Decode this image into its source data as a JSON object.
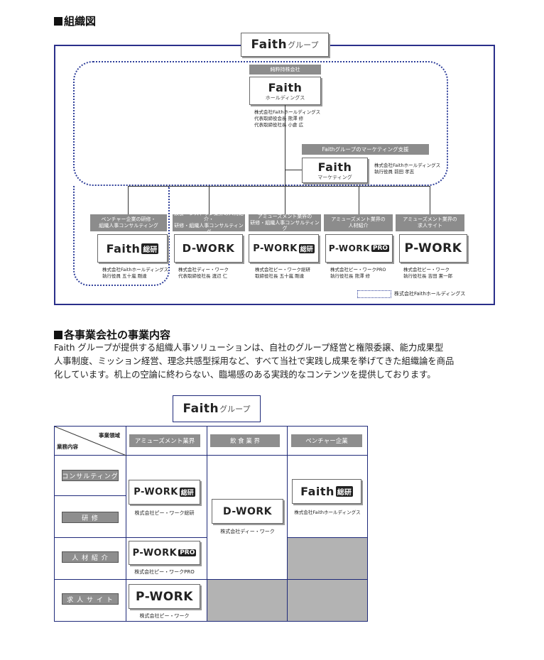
{
  "org_section": {
    "title": "組織図",
    "group_logo": {
      "name": "Faith",
      "suffix": "グループ"
    },
    "pure_holding_label": "純粋持株会社",
    "holdings": {
      "logo": "Faith",
      "logo_sub": "ホールディングス",
      "caption_lines": [
        "株式会社Faithホールディングス",
        "代表取締役会長  熊澤  修",
        "代表取締役社長  小倉  広"
      ]
    },
    "marketing_support_label": "Faithグループのマーケティング支援",
    "marketing": {
      "logo": "Faith",
      "logo_sub": "マーケティング",
      "caption_lines": [
        "株式会社Faithホールディングス",
        "執行役員  前田  孝志"
      ]
    },
    "companies": [
      {
        "label_lines": [
          "ベンチャー企業の研修・",
          "組織人事コンサルティング"
        ],
        "logo": "Faith",
        "badge": "総研",
        "caption_lines": [
          "株式会社Faithホールディングス",
          "執行役員  五十嵐  剛達"
        ]
      },
      {
        "label_lines": [
          "飲食・レストラン業界の人材紹介・",
          "研修・組織人事コンサルティング"
        ],
        "logo": "D-WORK",
        "badge": "",
        "caption_lines": [
          "株式会社ディー・ワーク",
          "代表取締役社長  渡辺  仁"
        ]
      },
      {
        "label_lines": [
          "アミューズメント業界の",
          "研修・組織人事コンサルティング"
        ],
        "logo": "P-WORK",
        "badge": "総研",
        "caption_lines": [
          "株式会社ピー・ワーク総研",
          "取締役社長  五十嵐  剛達"
        ]
      },
      {
        "label_lines": [
          "アミューズメント業界の",
          "人材紹介"
        ],
        "logo": "P-WORK",
        "badge": "PRO",
        "caption_lines": [
          "株式会社ピー・ワークPRO",
          "執行役社長  熊澤  修"
        ]
      },
      {
        "label_lines": [
          "アミューズメント業界の",
          "求人サイト"
        ],
        "logo": "P-WORK",
        "badge": "",
        "caption_lines": [
          "株式会社ピー・ワーク",
          "執行役社長  吉田  憲一郎"
        ]
      }
    ],
    "legend_label": "株式会社Faithホールディングス"
  },
  "business_section": {
    "title": "各事業会社の事業内容",
    "intro_lines": [
      "Faith グループが提供する組織人事ソリューションは、自社のグループ経営と権限委譲、能力成果型",
      "人事制度、ミッション経営、理念共感型採用など、すべて当社で実践し成果を挙げてきた組織論を商品",
      "化しています。机上の空論に終わらない、臨場感のある実践的なコンテンツを提供しております。"
    ],
    "group_logo": {
      "name": "Faith",
      "suffix": "グループ"
    },
    "table": {
      "corner_top": "事業領域",
      "corner_bottom": "業務内容",
      "columns": [
        "アミューズメント業界",
        "飲 食 業 界",
        "ベンチャー企業"
      ],
      "rows": [
        "コンサルティング",
        "研    修",
        "人 材 紹 介",
        "求 人 サ イ ト"
      ],
      "entries": {
        "pwork_soken": {
          "logo": "P-WORK",
          "badge": "総研",
          "caption": "株式会社ピー・ワーク総研"
        },
        "dwork": {
          "logo": "D-WORK",
          "caption": "株式会社ディー・ワーク"
        },
        "faith_soken": {
          "logo": "Faith",
          "badge": "総研",
          "caption": "株式会社Faithホールディングス"
        },
        "pwork_pro": {
          "logo": "P-WORK",
          "badge": "PRO",
          "caption": "株式会社ピー・ワークPRO"
        },
        "pwork": {
          "logo": "P-WORK",
          "caption": "株式会社ピー・ワーク"
        }
      }
    }
  },
  "colors": {
    "frame_blue": "#2a2f8a",
    "label_gray": "#8c8c8c",
    "empty_cell_gray": "#b3b3b3"
  }
}
